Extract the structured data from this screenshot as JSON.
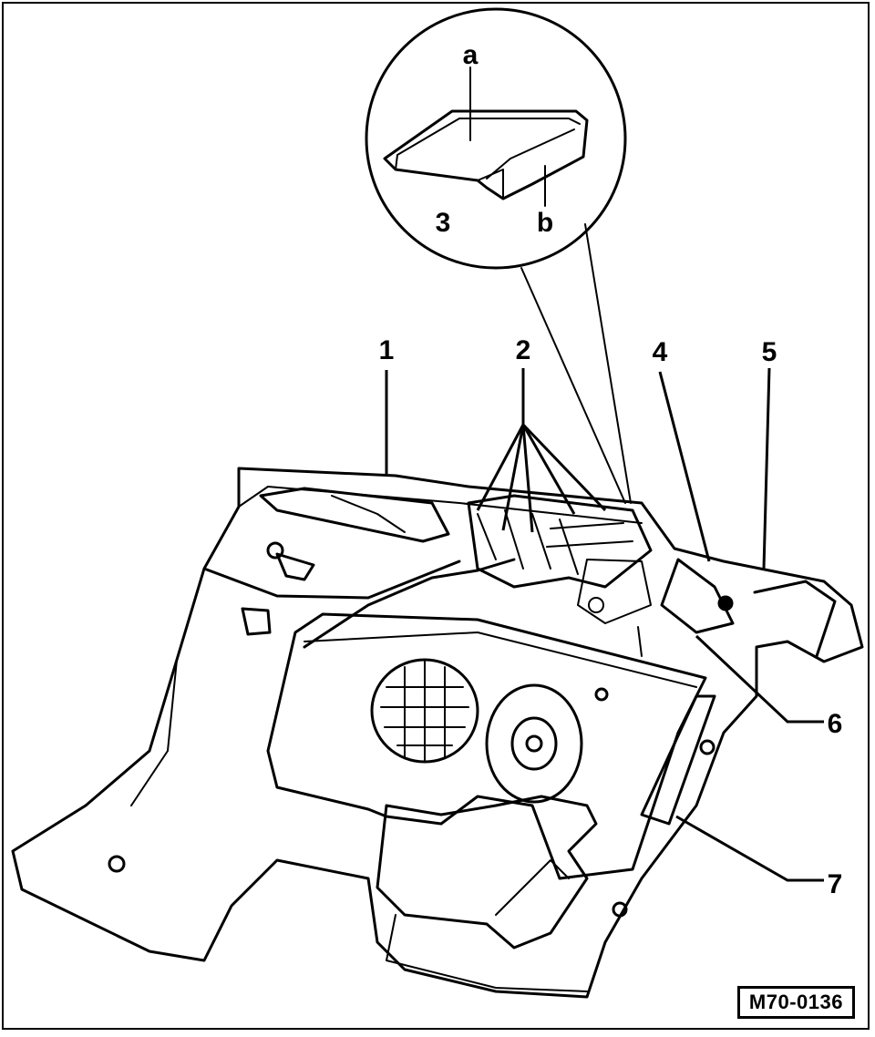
{
  "figure_code": "M70-0136",
  "detail_labels": {
    "a": "a",
    "b": "b",
    "three": "3"
  },
  "callouts": [
    "1",
    "2",
    "4",
    "5",
    "6",
    "7"
  ]
}
